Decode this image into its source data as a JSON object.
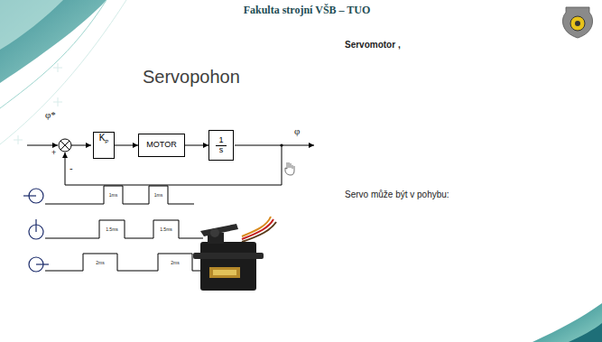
{
  "diagram": {
    "title": "Servopohon",
    "nodes": [
      {
        "text": [
          "K",
          "P"
        ]
      },
      {
        "text": [
          "MOTOR"
        ]
      },
      {
        "text": [
          "1",
          "s"
        ]
      }
    ],
    "edges": [
      {
        "from": 0,
        "to": 1,
        "arrow": "to"
      },
      {
        "from": 1,
        "to": 2,
        "arrow": "to"
      }
    ],
    "labels": [
      "Fakulta strojní VŠB – TUO",
      "Servomotor ,",
      "φ*",
      "+",
      "-",
      "φ",
      "Servo může být v pohybu:",
      "1ms",
      "1ms",
      "1.5ms",
      "1.5ms",
      "2ms",
      "2ms"
    ]
  }
}
